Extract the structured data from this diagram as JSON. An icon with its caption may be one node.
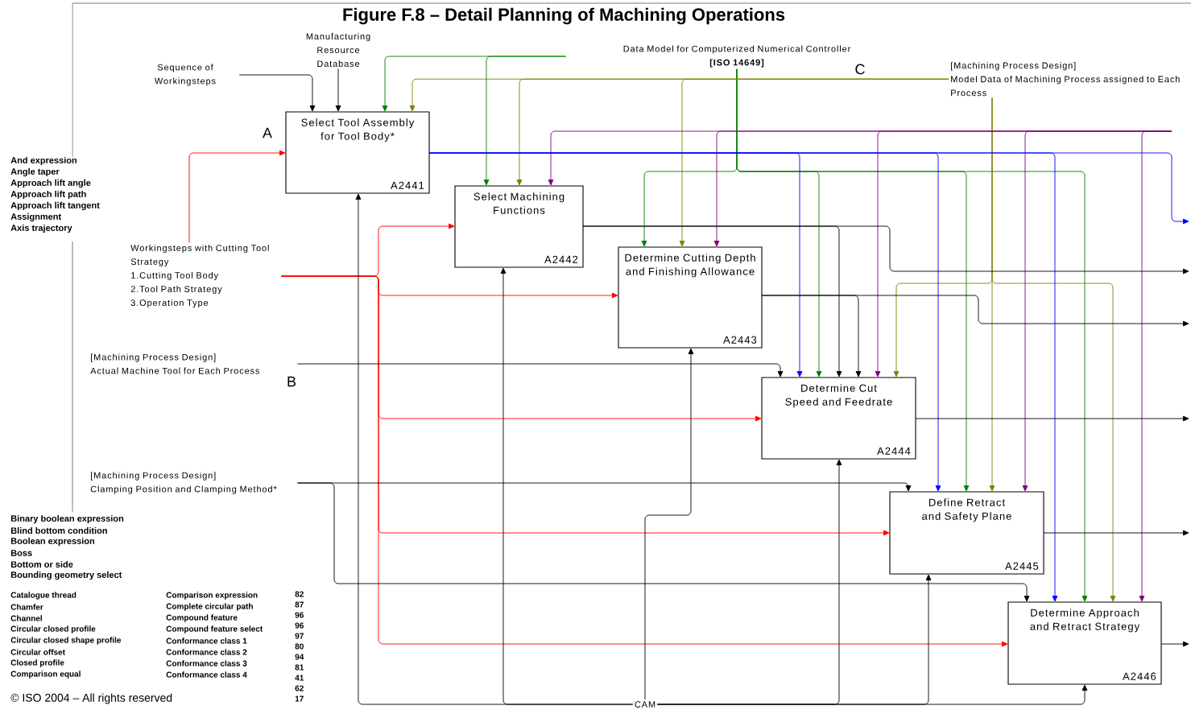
{
  "diagram": {
    "title": "Figure F.8 – Detail Planning of Machining Operations",
    "nodes": [
      {
        "text": [
          "Select Tool Assembly for Tool Body*",
          "A2441"
        ]
      },
      {
        "text": [
          "Select Machining Functions",
          "A2442"
        ]
      },
      {
        "text": [
          "Determine Cutting Depth and Finishing Allowance",
          "A2443"
        ]
      },
      {
        "text": [
          "Determine Cut Speed and Feedrate",
          "A2444"
        ]
      },
      {
        "text": [
          "Define Retract and Safety Plane",
          "A2445"
        ]
      },
      {
        "text": [
          "Determine Approach and Retract Strategy",
          "A2446"
        ]
      },
      {
        "text": [
          "Sequence of Workingsteps"
        ]
      },
      {
        "text": [
          "Manufacturing Resource Database"
        ]
      },
      {
        "text": [
          "Data Model for Computerized Numerical Controller",
          "[ISO 14649]"
        ]
      },
      {
        "text": [
          "[Machining Process Design]",
          "Model Data of Machining Process assigned to Each Process"
        ]
      },
      {
        "text": [
          "Workingsteps with Cutting Tool Strategy",
          "1.Cutting Tool Body",
          "2.Tool Path Strategy",
          "3.Operation Type"
        ]
      },
      {
        "text": [
          "[Machining Process Design]",
          "Actual Machine Tool for Each Process"
        ]
      },
      {
        "text": [
          "[Machining Process Design]",
          "Clamping Position and Clamping Method*"
        ]
      },
      {
        "text": [
          "CAM"
        ]
      }
    ],
    "edges": [
      {
        "from": 6,
        "to": 0,
        "arrow": "to"
      },
      {
        "from": 7,
        "to": 0,
        "arrow": "to"
      },
      {
        "from": 8,
        "to": 0,
        "arrow": "to",
        "color": "#008000"
      },
      {
        "from": 8,
        "to": 1,
        "arrow": "to",
        "color": "#008000"
      },
      {
        "from": 8,
        "to": 2,
        "arrow": "to",
        "color": "#008000"
      },
      {
        "from": 8,
        "to": 3,
        "arrow": "to",
        "color": "#008000"
      },
      {
        "from": 8,
        "to": 4,
        "arrow": "to",
        "color": "#008000"
      },
      {
        "from": 8,
        "to": 5,
        "arrow": "to",
        "color": "#008000"
      },
      {
        "from": 9,
        "to": 0,
        "arrow": "to",
        "color": "#808000"
      },
      {
        "from": 9,
        "to": 1,
        "arrow": "to",
        "color": "#808000"
      },
      {
        "from": 9,
        "to": 2,
        "arrow": "to",
        "color": "#808000"
      },
      {
        "from": 9,
        "to": 3,
        "arrow": "to",
        "color": "#808000"
      },
      {
        "from": 9,
        "to": 4,
        "arrow": "to",
        "color": "#808000"
      },
      {
        "from": 9,
        "to": 5,
        "arrow": "to",
        "color": "#808000"
      },
      {
        "from": null,
        "to": 1,
        "arrow": "to",
        "color": "#800080"
      },
      {
        "from": null,
        "to": 2,
        "arrow": "to",
        "color": "#800080"
      },
      {
        "from": null,
        "to": 3,
        "arrow": "to",
        "color": "#800080"
      },
      {
        "from": null,
        "to": 4,
        "arrow": "to",
        "color": "#800080"
      },
      {
        "from": null,
        "to": 5,
        "arrow": "to",
        "color": "#800080"
      },
      {
        "from": 0,
        "to": 3,
        "arrow": "to",
        "color": "#0000ff"
      },
      {
        "from": 0,
        "to": 4,
        "arrow": "to",
        "color": "#0000ff"
      },
      {
        "from": 0,
        "to": 5,
        "arrow": "to",
        "color": "#0000ff"
      },
      {
        "from": 0,
        "to": null,
        "arrow": "to",
        "color": "#0000ff"
      },
      {
        "from": 10,
        "to": 0,
        "arrow": "to",
        "color": "#ff0000"
      },
      {
        "from": 10,
        "to": 1,
        "arrow": "to",
        "color": "#ff0000"
      },
      {
        "from": 10,
        "to": 2,
        "arrow": "to",
        "color": "#ff0000"
      },
      {
        "from": 10,
        "to": 3,
        "arrow": "to",
        "color": "#ff0000"
      },
      {
        "from": 10,
        "to": 4,
        "arrow": "to",
        "color": "#ff0000"
      },
      {
        "from": 10,
        "to": 5,
        "arrow": "to",
        "color": "#ff0000"
      },
      {
        "from": 11,
        "to": 3,
        "arrow": "to"
      },
      {
        "from": 12,
        "to": 4,
        "arrow": "to"
      },
      {
        "from": 12,
        "to": 5,
        "arrow": "to"
      },
      {
        "from": 13,
        "to": 0,
        "arrow": "to"
      },
      {
        "from": 13,
        "to": 1,
        "arrow": "to"
      },
      {
        "from": 13,
        "to": 2,
        "arrow": "to"
      },
      {
        "from": 13,
        "to": 3,
        "arrow": "to"
      },
      {
        "from": 13,
        "to": 4,
        "arrow": "to"
      },
      {
        "from": 13,
        "to": 5,
        "arrow": "to"
      },
      {
        "from": 1,
        "to": 3,
        "arrow": "to"
      },
      {
        "from": 1,
        "to": null,
        "arrow": "to"
      },
      {
        "from": 2,
        "to": 3,
        "arrow": "to"
      },
      {
        "from": 2,
        "to": null,
        "arrow": "to"
      },
      {
        "from": 3,
        "to": null,
        "arrow": "to"
      },
      {
        "from": 4,
        "to": null,
        "arrow": "to"
      },
      {
        "from": 5,
        "to": null,
        "arrow": "to"
      }
    ],
    "labels": [
      "C",
      "A",
      "And expression",
      "Angle taper",
      "Approach lift angle",
      "Approach lift path",
      "Approach lift tangent",
      "Assignment",
      "Axis trajectory",
      "B",
      "Binary boolean expression",
      "Blind bottom condition",
      "Boolean expression",
      "Boss",
      "Bottom or side",
      "Bounding geometry select",
      "Catalogue thread",
      "Chamfer",
      "Channel",
      "Circular closed profile",
      "Circular closed shape profile",
      "Circular offset",
      "Closed profile",
      "Comparison equal",
      "Comparison expression",
      "Complete circular path",
      "Compound feature",
      "Compound feature select",
      "Conformance class 1",
      "Conformance class 2",
      "Conformance class 3",
      "Conformance class 4",
      "82",
      "87",
      "96",
      "96",
      "97",
      "80",
      "94",
      "81",
      "41",
      "62",
      "17",
      "© ISO 2004 – All rights reserved"
    ]
  }
}
